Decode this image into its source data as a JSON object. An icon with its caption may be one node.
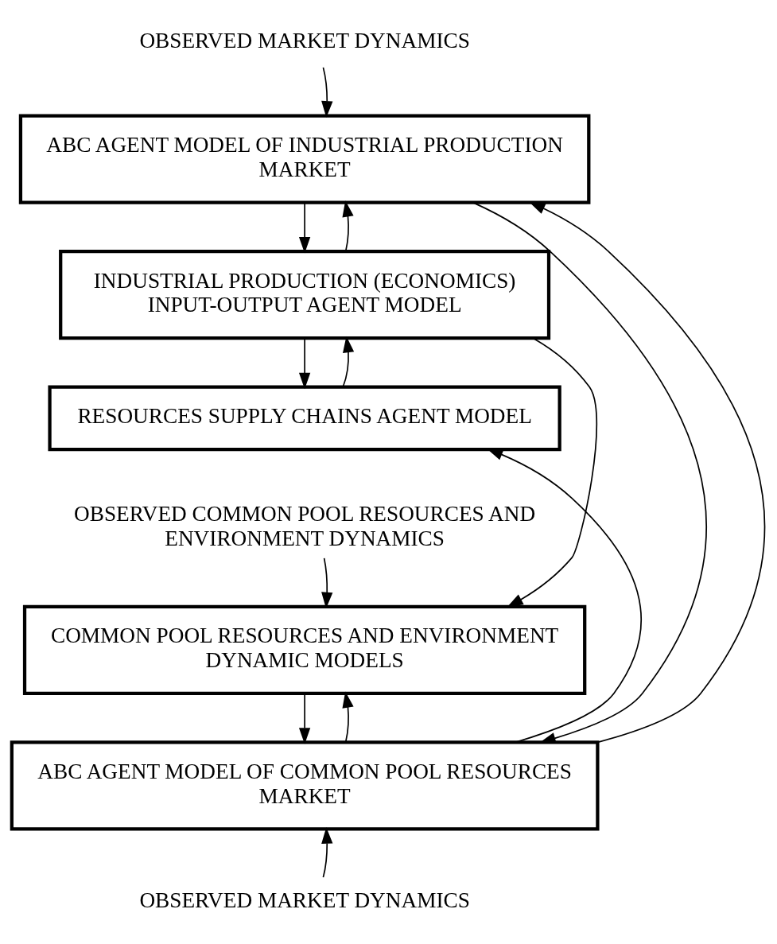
{
  "diagram": {
    "nodes": [
      {
        "text": [
          "OBSERVED MARKET DYNAMICS"
        ]
      },
      {
        "text": [
          "ABC AGENT MODEL OF INDUSTRIAL PRODUCTION MARKET"
        ]
      },
      {
        "text": [
          "INDUSTRIAL PRODUCTION (ECONOMICS) INPUT-OUTPUT AGENT MODEL"
        ]
      },
      {
        "text": [
          "RESOURCES SUPPLY CHAINS AGENT MODEL"
        ]
      },
      {
        "text": [
          "OBSERVED COMMON POOL RESOURCES AND ENVIRONMENT DYNAMICS"
        ]
      },
      {
        "text": [
          "COMMON POOL RESOURCES AND ENVIRONMENT DYNAMIC MODELS"
        ]
      },
      {
        "text": [
          "ABC AGENT MODEL OF COMMON POOL RESOURCES MARKET"
        ]
      },
      {
        "text": [
          "OBSERVED MARKET DYNAMICS"
        ]
      }
    ],
    "edges": [
      {
        "from": 0,
        "to": 1,
        "arrow": "to"
      },
      {
        "from": 1,
        "to": 2,
        "arrow": "to"
      },
      {
        "from": 2,
        "to": 1,
        "arrow": "to"
      },
      {
        "from": 2,
        "to": 3,
        "arrow": "to"
      },
      {
        "from": 3,
        "to": 2,
        "arrow": "to"
      },
      {
        "from": 2,
        "to": 5,
        "arrow": "to"
      },
      {
        "from": 4,
        "to": 5,
        "arrow": "to"
      },
      {
        "from": 5,
        "to": 6,
        "arrow": "to"
      },
      {
        "from": 6,
        "to": 5,
        "arrow": "to"
      },
      {
        "from": 6,
        "to": 1,
        "arrow": "to"
      },
      {
        "from": 6,
        "to": 3,
        "arrow": "to"
      },
      {
        "from": 1,
        "to": 6,
        "arrow": "to"
      },
      {
        "from": 7,
        "to": 6,
        "arrow": "to"
      }
    ]
  }
}
